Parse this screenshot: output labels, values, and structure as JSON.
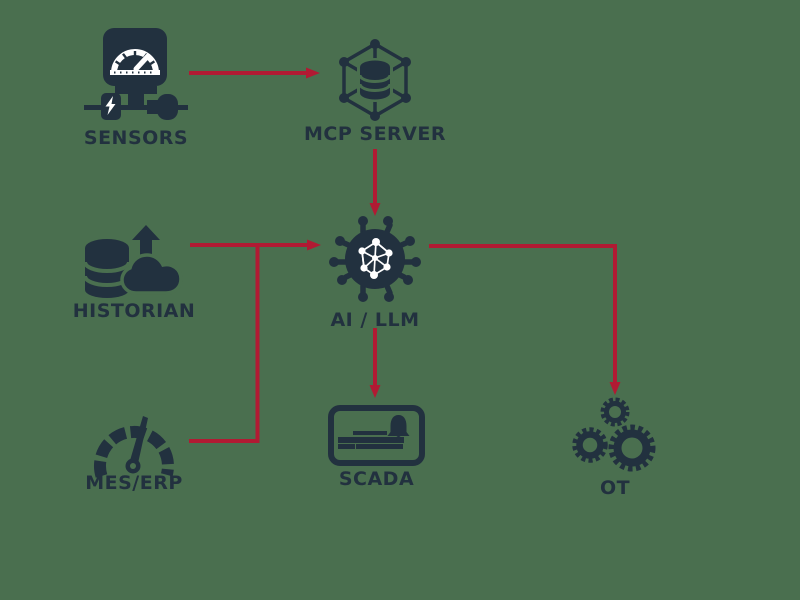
{
  "diagram": {
    "colors": {
      "background": "#4a6f4f",
      "ink": "#22313f",
      "arrow_red": "#b11a33",
      "icon_detail_white": "#ffffff"
    },
    "nodes": {
      "sensors": {
        "label": "SENSORS",
        "icon": "pressure-gauge-plug-icon"
      },
      "mcp_server": {
        "label": "MCP SERVER",
        "icon": "network-cube-database-icon"
      },
      "historian": {
        "label": "HISTORIAN",
        "icon": "database-cloud-upload-icon"
      },
      "ai_llm": {
        "label": "AI / LLM",
        "icon": "ai-chip-neural-network-icon"
      },
      "mes_erp": {
        "label": "MES/ERP",
        "icon": "speedometer-icon"
      },
      "scada": {
        "label": "SCADA",
        "icon": "hmi-panel-alert-bell-icon"
      },
      "ot": {
        "label": "OT",
        "icon": "gears-icon"
      }
    },
    "edges": [
      {
        "from": "SENSORS",
        "to": "MCP SERVER"
      },
      {
        "from": "MCP SERVER",
        "to": "AI / LLM"
      },
      {
        "from": "HISTORIAN",
        "to": "AI / LLM"
      },
      {
        "from": "MES/ERP",
        "to": "AI / LLM",
        "note": "joins HISTORIAN line"
      },
      {
        "from": "AI / LLM",
        "to": "SCADA"
      },
      {
        "from": "AI / LLM",
        "to": "OT"
      }
    ]
  }
}
